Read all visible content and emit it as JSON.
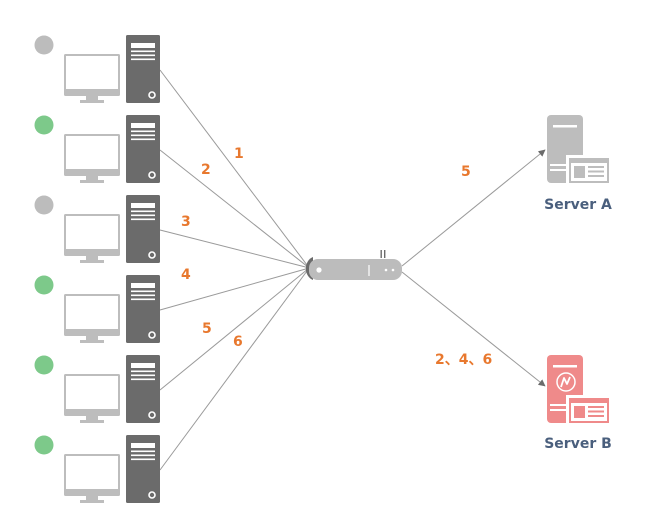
{
  "colors": {
    "status_online": "#7dc98a",
    "status_offline": "#bcbcbc",
    "tower": "#6b6b6b",
    "monitor": "#bdbdbd",
    "link_line": "#9a9a9a",
    "router": "#bcbcbc",
    "label_orange": "#e8782e",
    "server_a": "#bdbdbd",
    "server_b": "#ef8a8a",
    "server_label": "#4a5f7d"
  },
  "clients": [
    {
      "id": 1,
      "status": "offline",
      "link_label": "1"
    },
    {
      "id": 2,
      "status": "online",
      "link_label": "2"
    },
    {
      "id": 3,
      "status": "offline",
      "link_label": "3"
    },
    {
      "id": 4,
      "status": "online",
      "link_label": "4"
    },
    {
      "id": 5,
      "status": "online",
      "link_label": "5"
    },
    {
      "id": 6,
      "status": "online",
      "link_label": "6"
    }
  ],
  "router": {
    "icon": "load-balancer-icon"
  },
  "servers": [
    {
      "name": "Server A",
      "icon": "server-icon",
      "route_label": "5"
    },
    {
      "name": "Server B",
      "icon": "server-alert-icon",
      "route_label": "2、4、6"
    }
  ]
}
